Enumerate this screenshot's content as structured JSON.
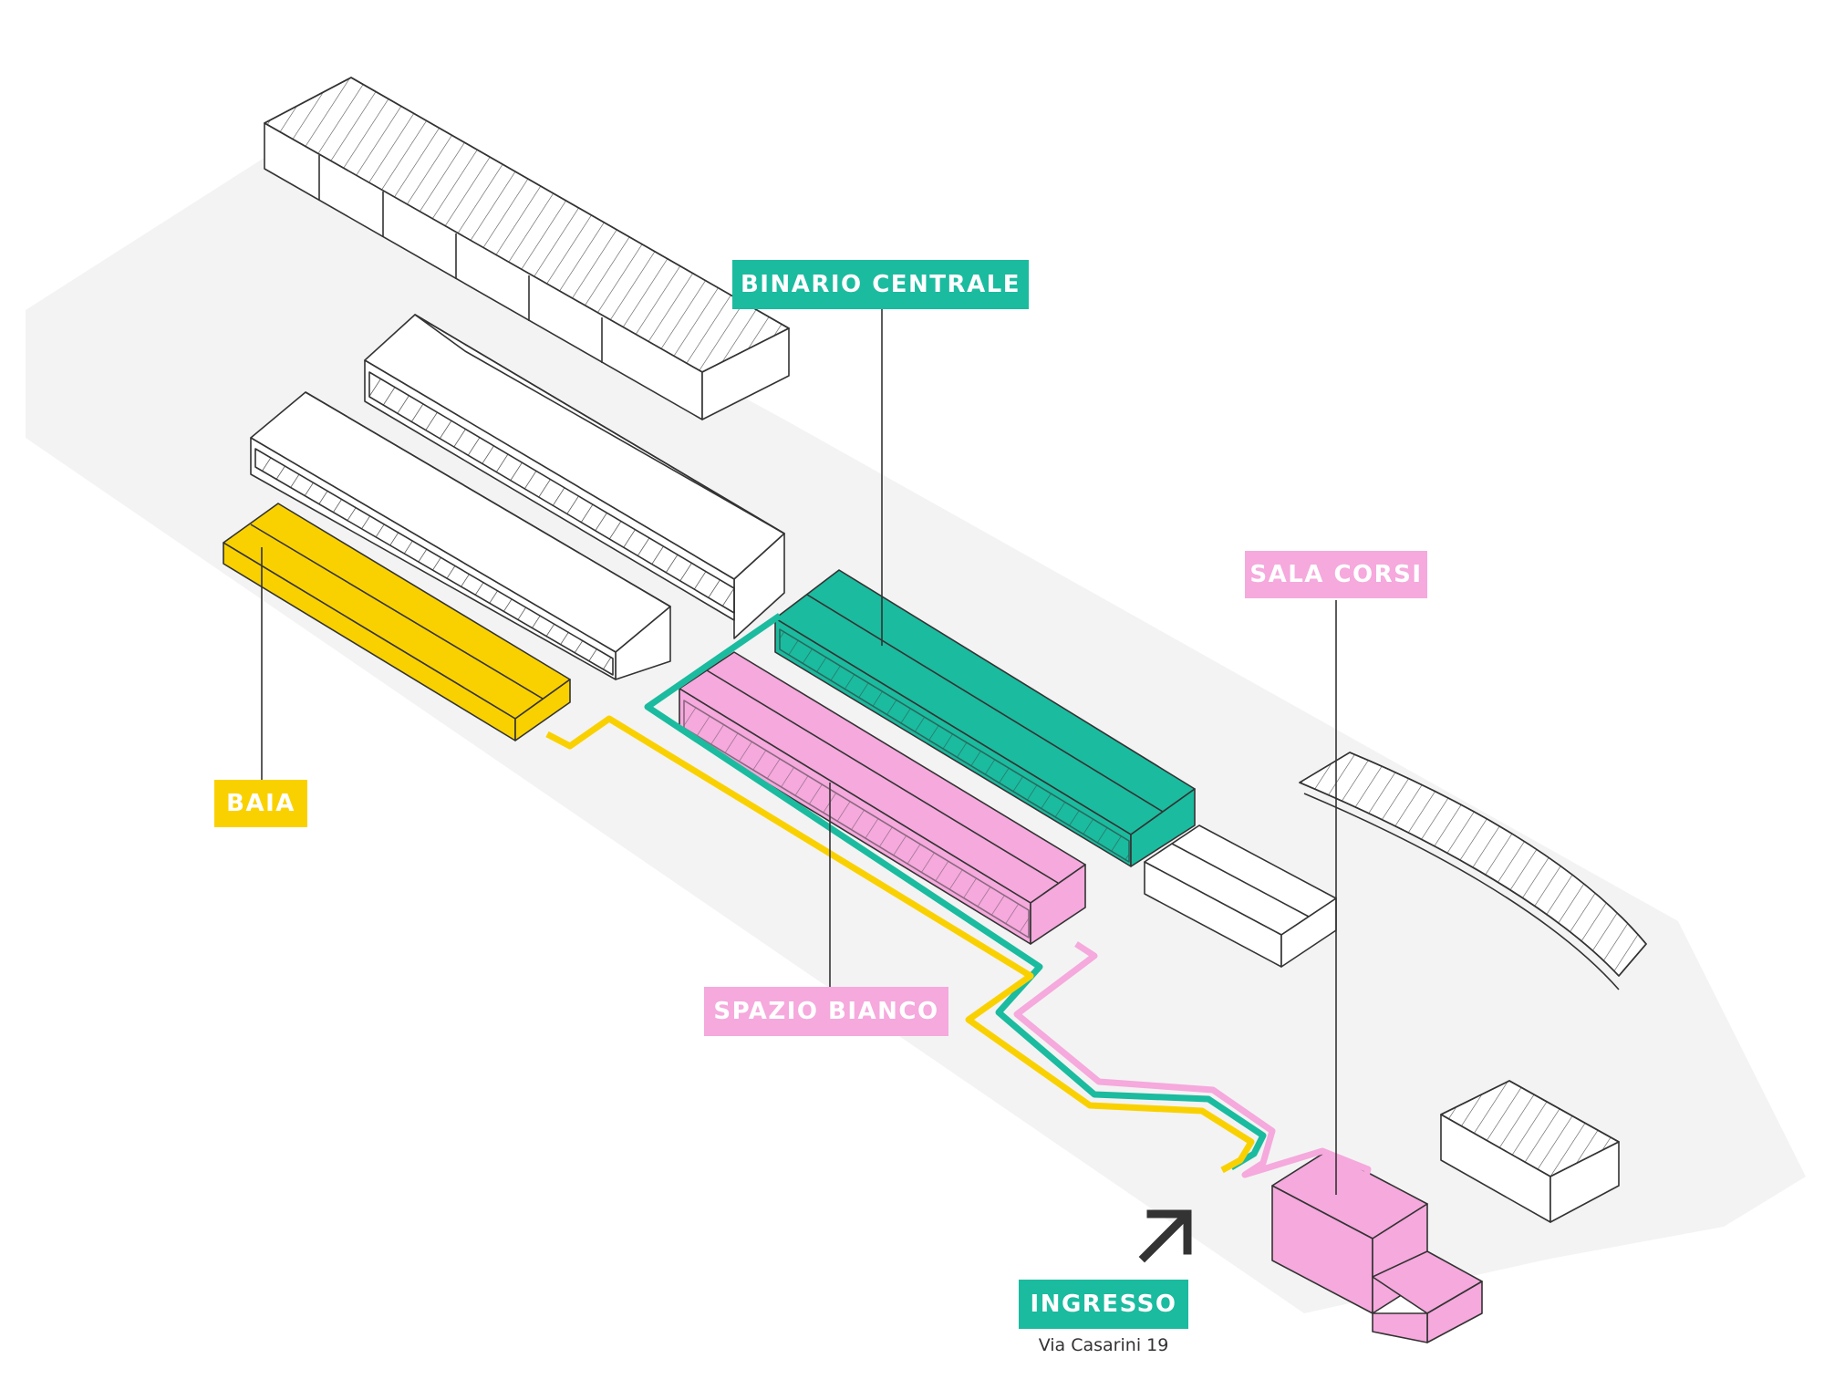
{
  "labels": {
    "binario_centrale": "BINARIO CENTRALE",
    "sala_corsi": "SALA CORSI",
    "baia": "BAIA",
    "spazio_bianco": "SPAZIO BIANCO",
    "ingresso": "INGRESSO",
    "address": "Via Casarini 19"
  },
  "colors": {
    "teal": "#1bbb9f",
    "pink": "#f5a9dd",
    "yellow": "#fad100",
    "ground": "#f3f3f3",
    "line": "#333333",
    "arrow": "#333333"
  },
  "icons": [
    "direction-arrow-icon"
  ]
}
